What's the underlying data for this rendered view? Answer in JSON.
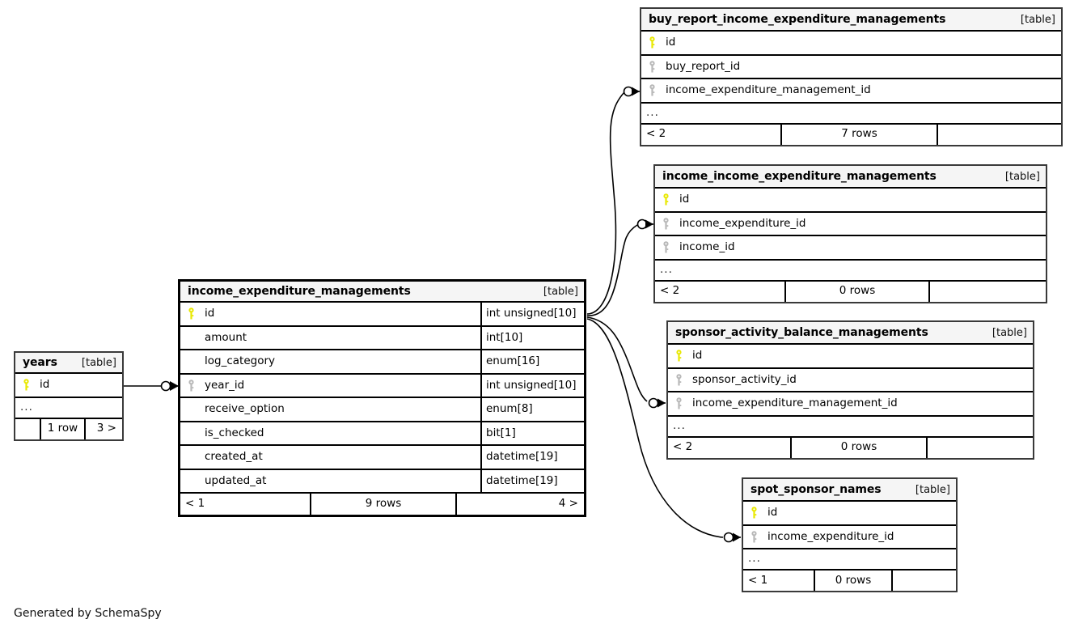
{
  "diagram": {
    "footer_note": "Generated by SchemaSpy",
    "table_tag": "[table]",
    "ellipsis": "...",
    "colors": {
      "primary_key": "#e8e800",
      "foreign_key": "#b8b8b8",
      "header_background": "#f5f5f5",
      "border": "#000000",
      "background": "#ffffff"
    }
  },
  "tables": [
    {
      "id": "buy_report_income_expenditure_managements",
      "name": "buy_report_income_expenditure_managements",
      "tag": "[table]",
      "columns": [
        {
          "name": "id",
          "key": "primary",
          "type": ""
        },
        {
          "name": "buy_report_id",
          "key": "foreign",
          "type": ""
        },
        {
          "name": "income_expenditure_management_id",
          "key": "foreign",
          "type": ""
        }
      ],
      "has_ellipsis": true,
      "footer": {
        "left": "< 2",
        "center": "7 rows",
        "right": ""
      }
    },
    {
      "id": "income_income_expenditure_managements",
      "name": "income_income_expenditure_managements",
      "tag": "[table]",
      "columns": [
        {
          "name": "id",
          "key": "primary",
          "type": ""
        },
        {
          "name": "income_expenditure_id",
          "key": "foreign",
          "type": ""
        },
        {
          "name": "income_id",
          "key": "foreign",
          "type": ""
        }
      ],
      "has_ellipsis": true,
      "footer": {
        "left": "< 2",
        "center": "0 rows",
        "right": ""
      }
    },
    {
      "id": "sponsor_activity_balance_managements",
      "name": "sponsor_activity_balance_managements",
      "tag": "[table]",
      "columns": [
        {
          "name": "id",
          "key": "primary",
          "type": ""
        },
        {
          "name": "sponsor_activity_id",
          "key": "foreign",
          "type": ""
        },
        {
          "name": "income_expenditure_management_id",
          "key": "foreign",
          "type": ""
        }
      ],
      "has_ellipsis": true,
      "footer": {
        "left": "< 2",
        "center": "0 rows",
        "right": ""
      }
    },
    {
      "id": "spot_sponsor_names",
      "name": "spot_sponsor_names",
      "tag": "[table]",
      "columns": [
        {
          "name": "id",
          "key": "primary",
          "type": ""
        },
        {
          "name": "income_expenditure_id",
          "key": "foreign",
          "type": ""
        }
      ],
      "has_ellipsis": true,
      "footer": {
        "left": "< 1",
        "center": "0 rows",
        "right": ""
      }
    },
    {
      "id": "income_expenditure_managements",
      "name": "income_expenditure_managements",
      "tag": "[table]",
      "primary": true,
      "columns": [
        {
          "name": "id",
          "key": "primary",
          "type": "int unsigned[10]"
        },
        {
          "name": "amount",
          "key": "none",
          "type": "int[10]"
        },
        {
          "name": "log_category",
          "key": "none",
          "type": "enum[16]"
        },
        {
          "name": "year_id",
          "key": "foreign",
          "type": "int unsigned[10]"
        },
        {
          "name": "receive_option",
          "key": "none",
          "type": "enum[8]"
        },
        {
          "name": "is_checked",
          "key": "none",
          "type": "bit[1]"
        },
        {
          "name": "created_at",
          "key": "none",
          "type": "datetime[19]"
        },
        {
          "name": "updated_at",
          "key": "none",
          "type": "datetime[19]"
        }
      ],
      "has_ellipsis": false,
      "footer": {
        "left": "< 1",
        "center": "9 rows",
        "right": "4 >"
      }
    },
    {
      "id": "years",
      "name": "years",
      "tag": "[table]",
      "columns": [
        {
          "name": "id",
          "key": "primary",
          "type": ""
        }
      ],
      "has_ellipsis": true,
      "footer": {
        "left": "",
        "center": "1 row",
        "right": "3 >"
      }
    }
  ],
  "relationships": [
    {
      "from": "income_expenditure_managements.id",
      "to": "buy_report_income_expenditure_managements.income_expenditure_management_id"
    },
    {
      "from": "income_expenditure_managements.id",
      "to": "income_income_expenditure_managements.income_expenditure_id"
    },
    {
      "from": "income_expenditure_managements.id",
      "to": "sponsor_activity_balance_managements.income_expenditure_management_id"
    },
    {
      "from": "income_expenditure_managements.id",
      "to": "spot_sponsor_names.income_expenditure_id"
    },
    {
      "from": "years.id",
      "to": "income_expenditure_managements.year_id"
    }
  ]
}
